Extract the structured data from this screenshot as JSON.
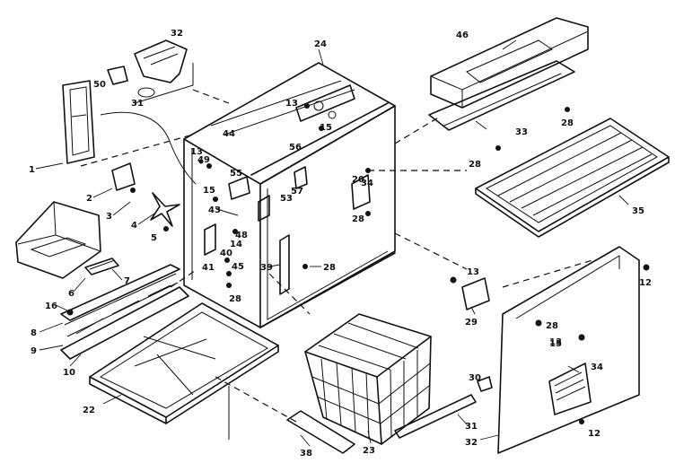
{
  "callouts": [
    {
      "id": "c1",
      "label": "1"
    },
    {
      "id": "c2",
      "label": "2"
    },
    {
      "id": "c3",
      "label": "3"
    },
    {
      "id": "c4",
      "label": "4"
    },
    {
      "id": "c5",
      "label": "5"
    },
    {
      "id": "c6",
      "label": "6"
    },
    {
      "id": "c7",
      "label": "7"
    },
    {
      "id": "c8",
      "label": "8"
    },
    {
      "id": "c9",
      "label": "9"
    },
    {
      "id": "c10",
      "label": "10"
    },
    {
      "id": "c12a",
      "label": "12"
    },
    {
      "id": "c12b",
      "label": "12"
    },
    {
      "id": "c13a",
      "label": "13"
    },
    {
      "id": "c13b",
      "label": "13"
    },
    {
      "id": "c13c",
      "label": "13"
    },
    {
      "id": "c13d",
      "label": "13"
    },
    {
      "id": "c14",
      "label": "14"
    },
    {
      "id": "c15a",
      "label": "15"
    },
    {
      "id": "c15b",
      "label": "15"
    },
    {
      "id": "c15c",
      "label": "15"
    },
    {
      "id": "c16",
      "label": "16"
    },
    {
      "id": "c20",
      "label": "20"
    },
    {
      "id": "c22",
      "label": "22"
    },
    {
      "id": "c23",
      "label": "23"
    },
    {
      "id": "c24",
      "label": "24"
    },
    {
      "id": "c28a",
      "label": "28"
    },
    {
      "id": "c28b",
      "label": "28"
    },
    {
      "id": "c28c",
      "label": "28"
    },
    {
      "id": "c28d",
      "label": "28"
    },
    {
      "id": "c28e",
      "label": "28"
    },
    {
      "id": "c28f",
      "label": "28"
    },
    {
      "id": "c29",
      "label": "29"
    },
    {
      "id": "c30",
      "label": "30"
    },
    {
      "id": "c31a",
      "label": "31"
    },
    {
      "id": "c31b",
      "label": "31"
    },
    {
      "id": "c32a",
      "label": "32"
    },
    {
      "id": "c32b",
      "label": "32"
    },
    {
      "id": "c33",
      "label": "33"
    },
    {
      "id": "c34a",
      "label": "34"
    },
    {
      "id": "c34b",
      "label": "34"
    },
    {
      "id": "c35",
      "label": "35"
    },
    {
      "id": "c38",
      "label": "38"
    },
    {
      "id": "c39",
      "label": "39"
    },
    {
      "id": "c40",
      "label": "40"
    },
    {
      "id": "c41",
      "label": "41"
    },
    {
      "id": "c43",
      "label": "43"
    },
    {
      "id": "c44",
      "label": "44"
    },
    {
      "id": "c45",
      "label": "45"
    },
    {
      "id": "c46",
      "label": "46"
    },
    {
      "id": "c48",
      "label": "48"
    },
    {
      "id": "c49",
      "label": "49"
    },
    {
      "id": "c50",
      "label": "50"
    },
    {
      "id": "c53",
      "label": "53"
    },
    {
      "id": "c55",
      "label": "55"
    },
    {
      "id": "c56",
      "label": "56"
    },
    {
      "id": "c57",
      "label": "57"
    }
  ]
}
